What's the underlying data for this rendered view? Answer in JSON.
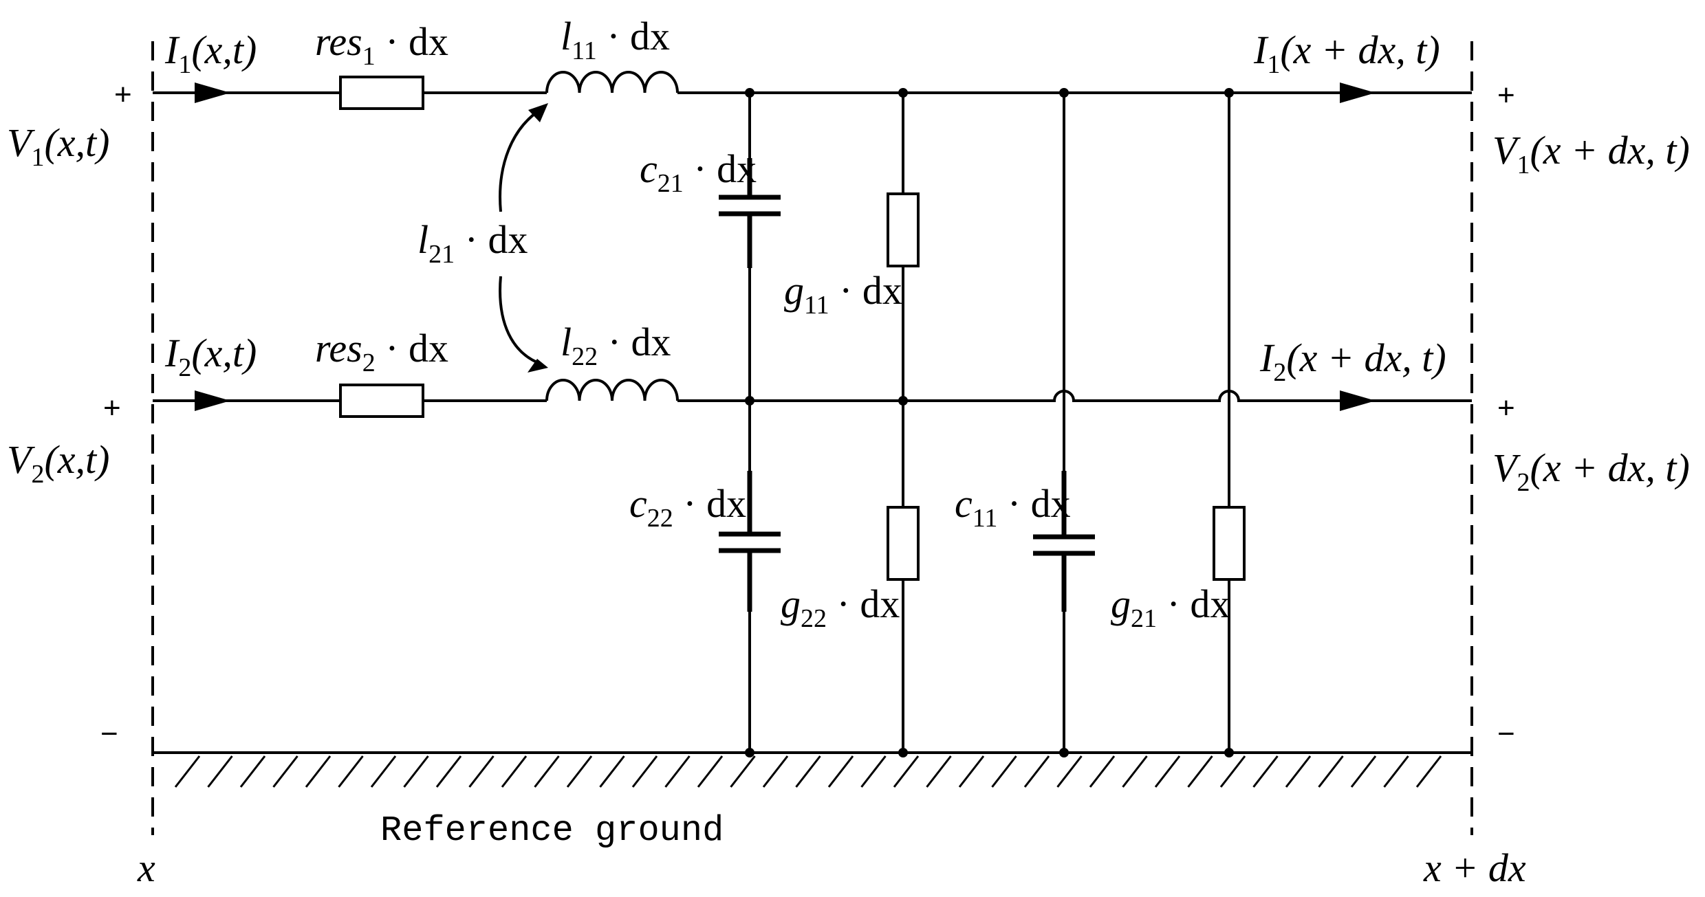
{
  "inputs": {
    "i1_name": "I",
    "i1_sub": "1",
    "i1_args": "(x,t)",
    "i2_name": "I",
    "i2_sub": "2",
    "i2_args": "(x,t)",
    "v1_name": "V",
    "v1_sub": "1",
    "v1_args": "(x,t)",
    "v2_name": "V",
    "v2_sub": "2",
    "v2_args": "(x,t)",
    "plus": "+",
    "minus": "−"
  },
  "outputs": {
    "i1_name": "I",
    "i1_sub": "1",
    "i1_args": "(x + dx, t)",
    "i2_name": "I",
    "i2_sub": "2",
    "i2_args": "(x + dx, t)",
    "v1_name": "V",
    "v1_sub": "1",
    "v1_args": "(x + dx, t)",
    "v2_name": "V",
    "v2_sub": "2",
    "v2_args": "(x + dx, t)",
    "plus": "+",
    "minus": "−"
  },
  "components": {
    "res1": {
      "name": "res",
      "sub": "1",
      "suffix": " · dx"
    },
    "res2": {
      "name": "res",
      "sub": "2",
      "suffix": " · dx"
    },
    "l11": {
      "name": "l",
      "sub": "11",
      "suffix": " · dx"
    },
    "l22": {
      "name": "l",
      "sub": "22",
      "suffix": " · dx"
    },
    "l21": {
      "name": "l",
      "sub": "21",
      "suffix": " · dx"
    },
    "c21": {
      "name": "c",
      "sub": "21",
      "suffix": " · dx"
    },
    "c22": {
      "name": "c",
      "sub": "22",
      "suffix": " · dx"
    },
    "c11": {
      "name": "c",
      "sub": "11",
      "suffix": " · dx"
    },
    "g11": {
      "name": "g",
      "sub": "11",
      "suffix": " · dx"
    },
    "g22": {
      "name": "g",
      "sub": "22",
      "suffix": " · dx"
    },
    "g21": {
      "name": "g",
      "sub": "21",
      "suffix": " · dx"
    }
  },
  "ground_label": "Reference ground",
  "x_label_left": "x",
  "x_label_right": "x + dx"
}
